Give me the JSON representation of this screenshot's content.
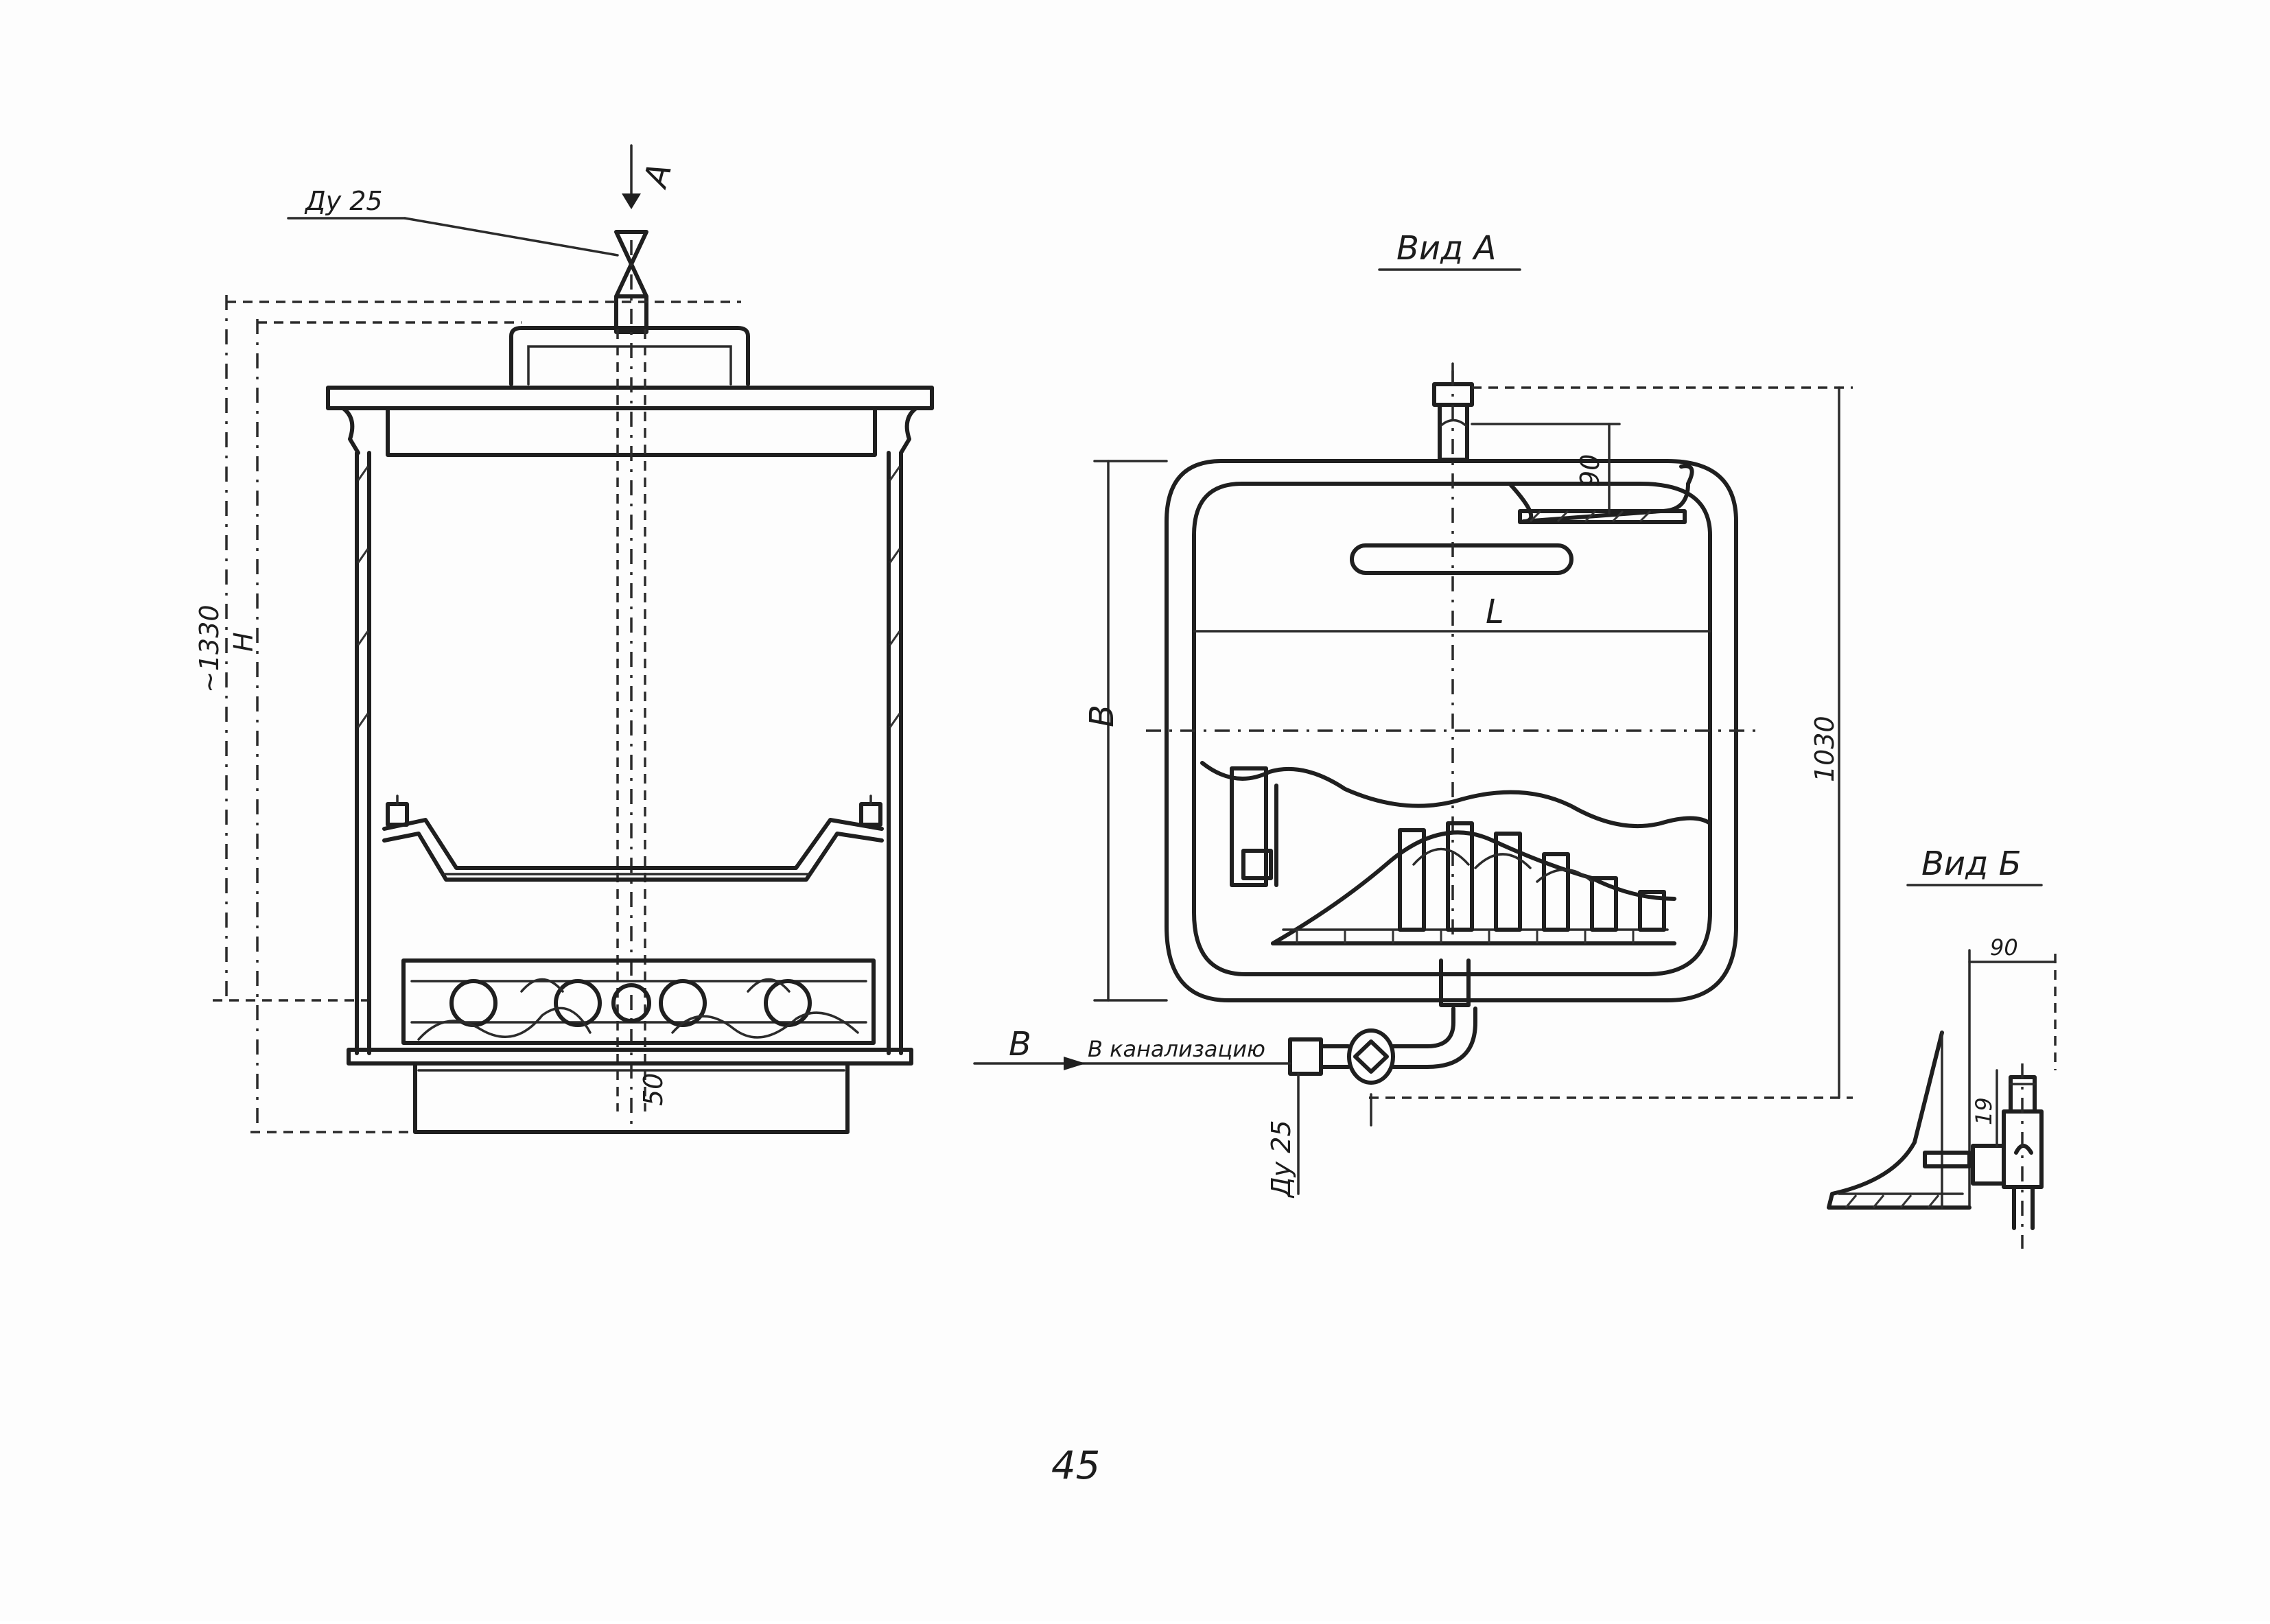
{
  "page_number": "45",
  "left_view": {
    "inlet_label": "Ду 25",
    "arrow_label": "А",
    "height_label": "~1330",
    "height_sub_label": "Н",
    "bottom_dim_label": "50"
  },
  "view_a": {
    "title": "Вид А",
    "length_label": "L",
    "width_label": "В",
    "height_label": "1030",
    "top_dim_label": "90",
    "section_label": "В",
    "drain_label": "В канализацию",
    "pipe_label": "Ду 25"
  },
  "view_b": {
    "title": "Вид Б",
    "width_label": "90",
    "side_label": "19"
  }
}
